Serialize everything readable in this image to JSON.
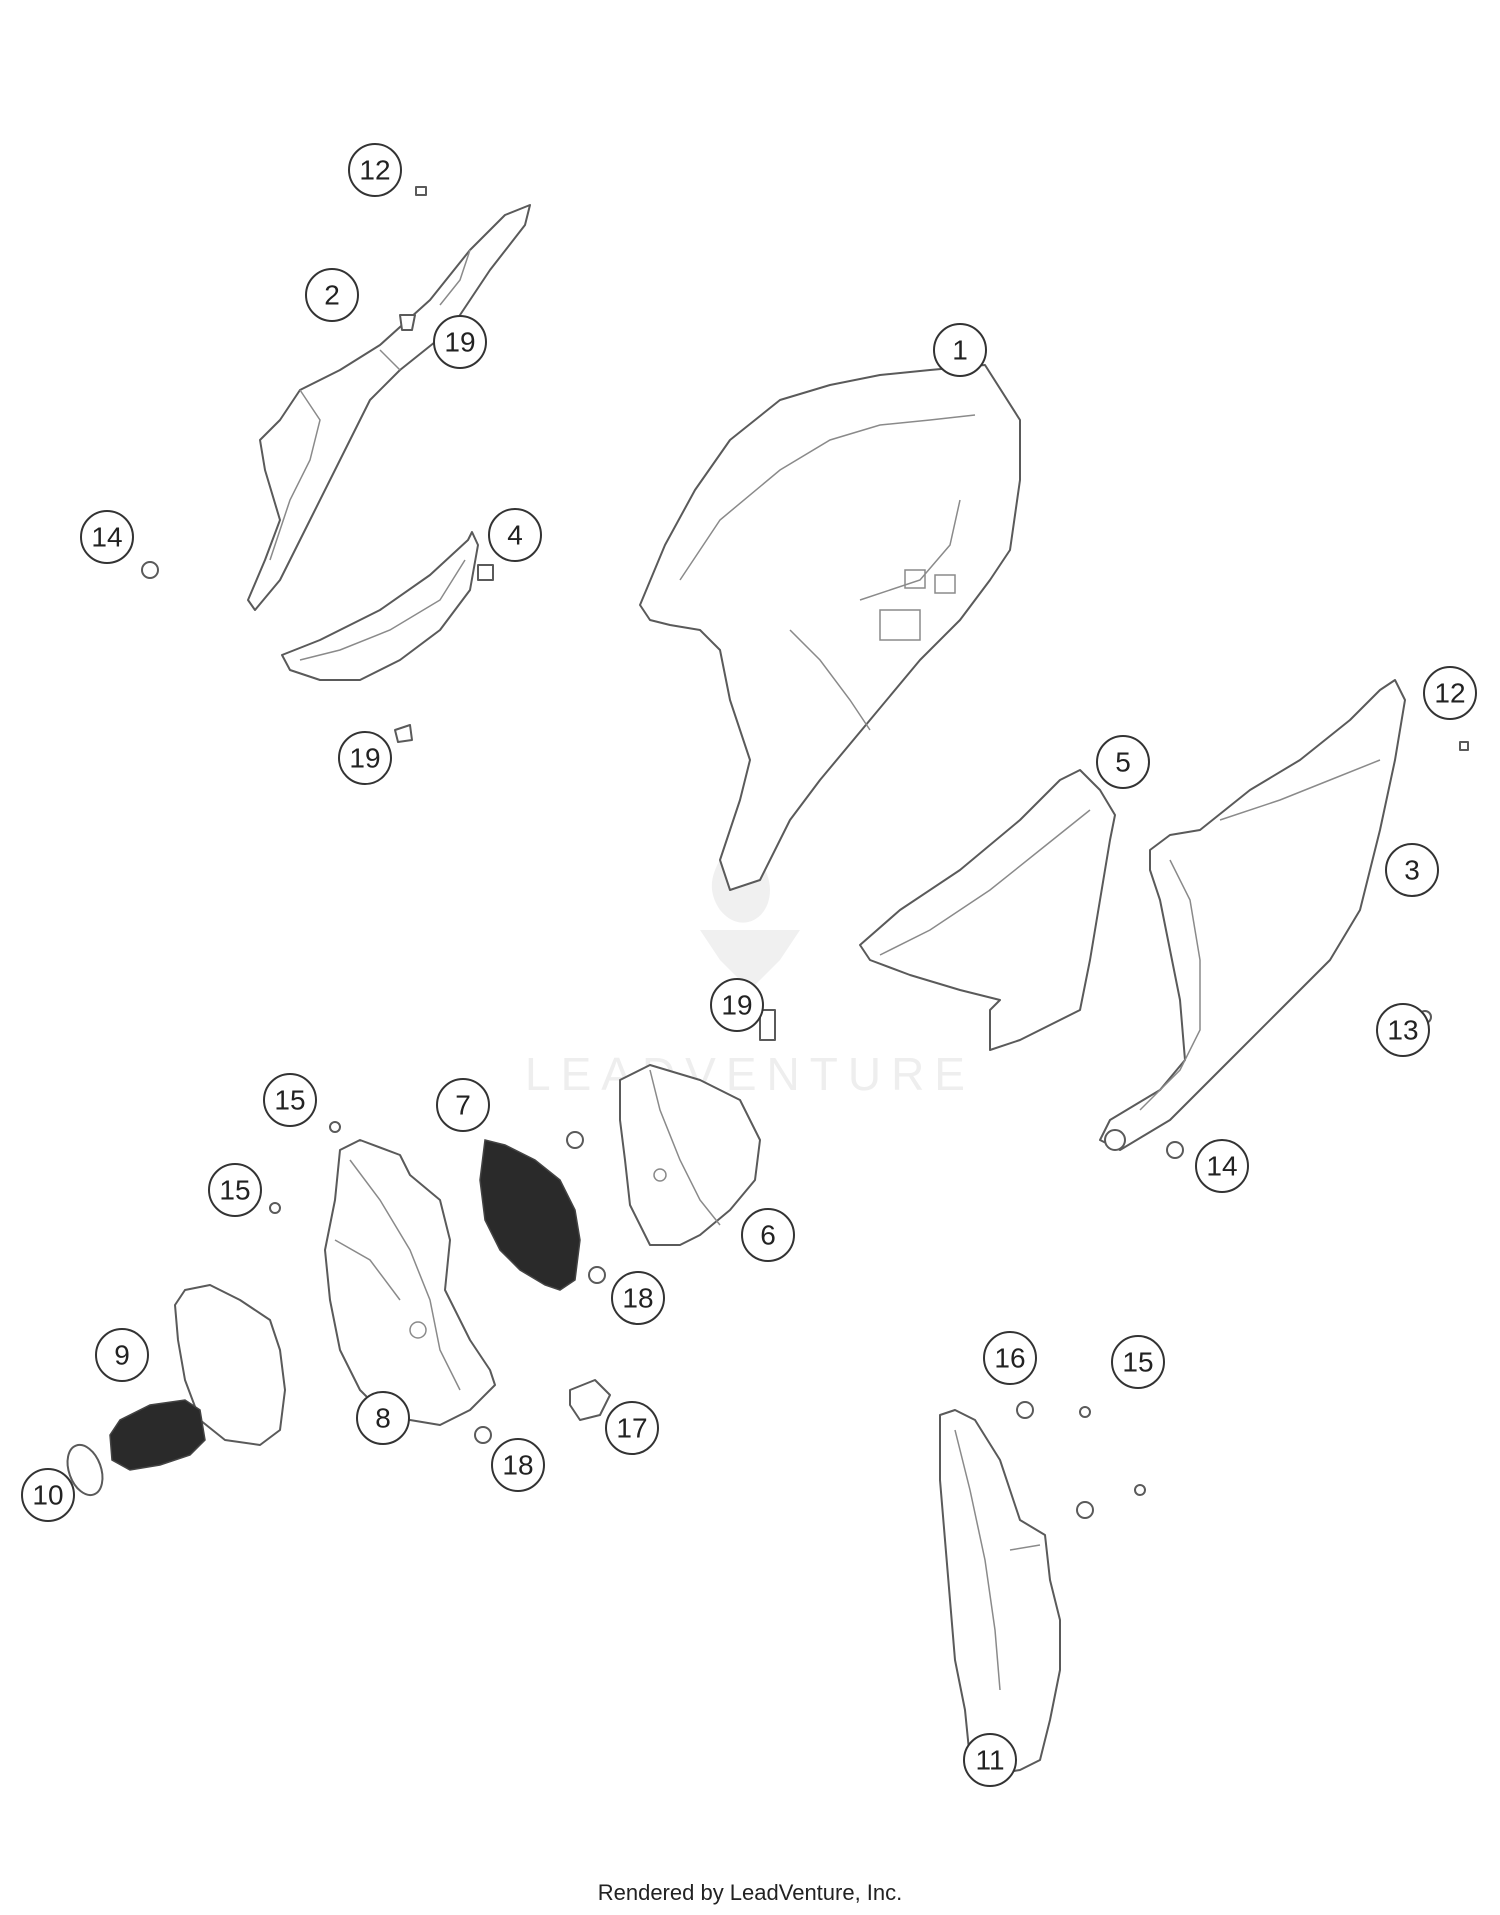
{
  "diagram": {
    "callouts": [
      {
        "id": "c-12a",
        "label": "12"
      },
      {
        "id": "c-2",
        "label": "2"
      },
      {
        "id": "c-19a",
        "label": "19"
      },
      {
        "id": "c-14a",
        "label": "14"
      },
      {
        "id": "c-4",
        "label": "4"
      },
      {
        "id": "c-19b",
        "label": "19"
      },
      {
        "id": "c-1",
        "label": "1"
      },
      {
        "id": "c-12b",
        "label": "12"
      },
      {
        "id": "c-5",
        "label": "5"
      },
      {
        "id": "c-3",
        "label": "3"
      },
      {
        "id": "c-19c",
        "label": "19"
      },
      {
        "id": "c-13",
        "label": "13"
      },
      {
        "id": "c-14b",
        "label": "14"
      },
      {
        "id": "c-15a",
        "label": "15"
      },
      {
        "id": "c-7",
        "label": "7"
      },
      {
        "id": "c-15b",
        "label": "15"
      },
      {
        "id": "c-6",
        "label": "6"
      },
      {
        "id": "c-18a",
        "label": "18"
      },
      {
        "id": "c-9",
        "label": "9"
      },
      {
        "id": "c-8",
        "label": "8"
      },
      {
        "id": "c-17",
        "label": "17"
      },
      {
        "id": "c-18b",
        "label": "18"
      },
      {
        "id": "c-10",
        "label": "10"
      },
      {
        "id": "c-16",
        "label": "16"
      },
      {
        "id": "c-15c",
        "label": "15"
      },
      {
        "id": "c-11",
        "label": "11"
      }
    ]
  },
  "watermark": {
    "text": "LEADVENTURE"
  },
  "footer": {
    "text": "Rendered by LeadVenture, Inc."
  }
}
